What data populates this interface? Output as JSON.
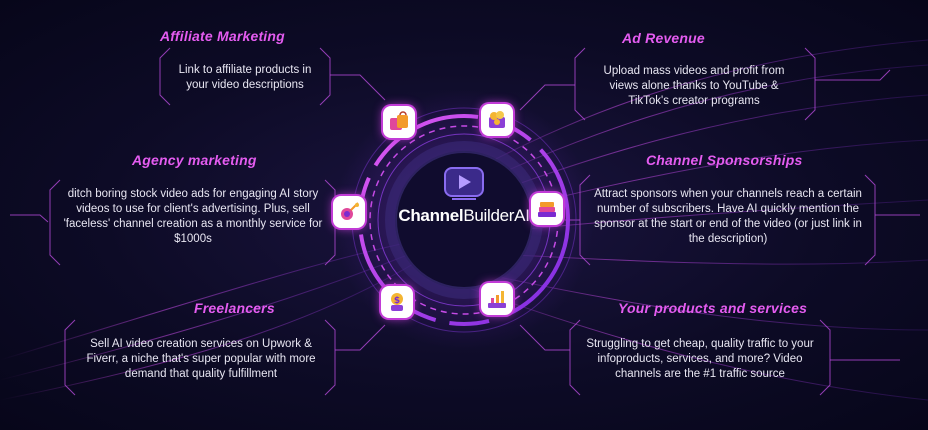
{
  "brand": {
    "name_bold": "Channel",
    "name_light": "BuilderAI"
  },
  "colors": {
    "accent": "#e45cf0",
    "ring": "#c13bd6",
    "background": "#0d0b26"
  },
  "sections": {
    "affiliate": {
      "title": "Affiliate Marketing",
      "desc": "Link to affiliate products in your video descriptions",
      "icon": "shopping-icon"
    },
    "agency": {
      "title": "Agency marketing",
      "desc": "ditch boring stock video ads for engaging AI story videos to use for client's advertising. Plus, sell 'faceless' channel creation as a monthly service for $1000s",
      "icon": "marketing-tools-icon"
    },
    "freelancers": {
      "title": "Freelancers",
      "desc": "Sell AI video creation services on Upwork & Fiverr, a niche that's super popular with more demand that quality fulfillment",
      "icon": "money-bag-icon"
    },
    "ad_revenue": {
      "title": "Ad Revenue",
      "desc": "Upload mass videos and profit from views alone thanks to YouTube & TikTok's creator programs",
      "icon": "coins-icon"
    },
    "sponsorships": {
      "title": "Channel Sponsorships",
      "desc": "Attract sponsors when your channels reach a certain number of subscribers. Have AI quickly mention the sponsor at the start or end of the video (or just link in the description)",
      "icon": "sponsor-books-icon"
    },
    "products": {
      "title": "Your products and services",
      "desc": "Struggling to get cheap, quality traffic to your infoproducts, services, and more? Video channels are the #1 traffic source",
      "icon": "growth-chart-icon"
    }
  }
}
